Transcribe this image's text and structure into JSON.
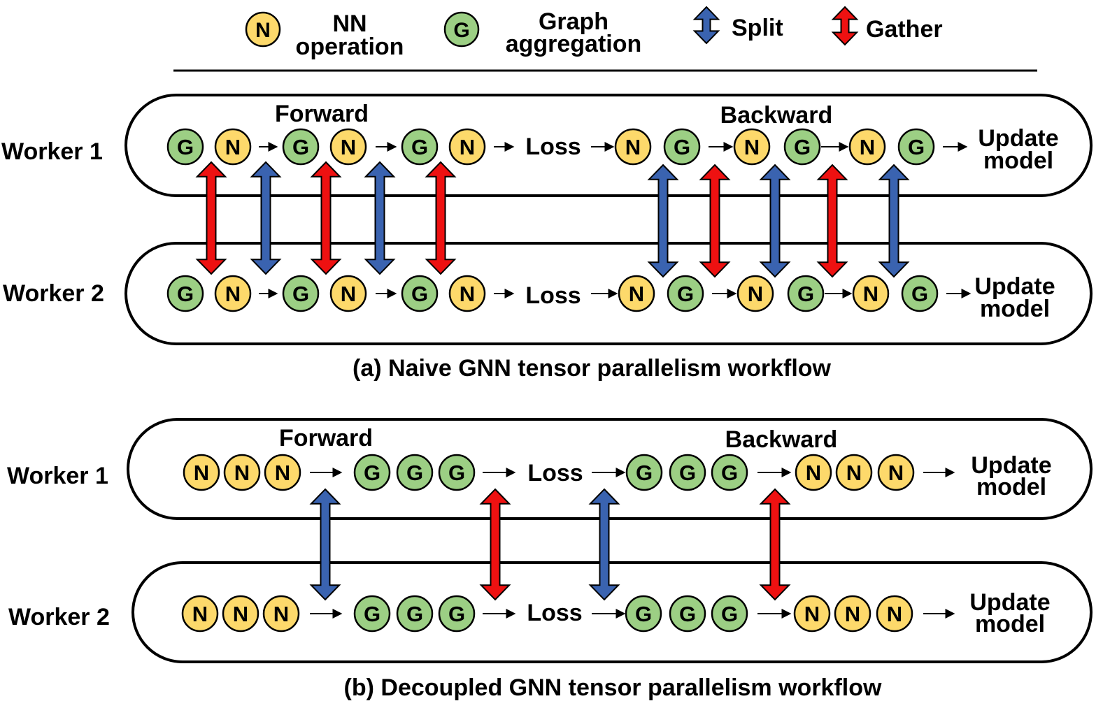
{
  "colors": {
    "nn_fill": "#fdd96b",
    "graph_fill": "#9ccf84",
    "split": "#3a63b0",
    "gather": "#ee1111",
    "stroke": "#000000"
  },
  "legend": {
    "nn_symbol": "N",
    "nn_label_line1": "NN",
    "nn_label_line2": "operation",
    "graph_symbol": "G",
    "graph_label_line1": "Graph",
    "graph_label_line2": "aggregation",
    "split_label": "Split",
    "gather_label": "Gather"
  },
  "workers": [
    "Worker 1",
    "Worker 2"
  ],
  "node_symbols": {
    "nn": "N",
    "graph": "G"
  },
  "labels": {
    "loss": "Loss",
    "update_line1": "Update",
    "update_line2": "model",
    "forward": "Forward",
    "backward": "Backward"
  },
  "panel_a": {
    "caption": "(a) Naive GNN tensor parallelism workflow",
    "forward_sequence": [
      "G",
      "N",
      "G",
      "N",
      "G",
      "N"
    ],
    "backward_sequence": [
      "N",
      "G",
      "N",
      "G",
      "N",
      "G"
    ],
    "forward_comms": [
      "gather",
      "split",
      "gather",
      "split",
      "gather"
    ],
    "backward_comms": [
      "split",
      "gather",
      "split",
      "gather",
      "split"
    ]
  },
  "panel_b": {
    "caption": "(b) Decoupled GNN tensor parallelism workflow",
    "sequence": [
      "NNN",
      "GGG",
      "Loss",
      "GGG",
      "NNN",
      "Update model"
    ],
    "comms": [
      "split",
      "gather",
      "split",
      "gather"
    ]
  }
}
